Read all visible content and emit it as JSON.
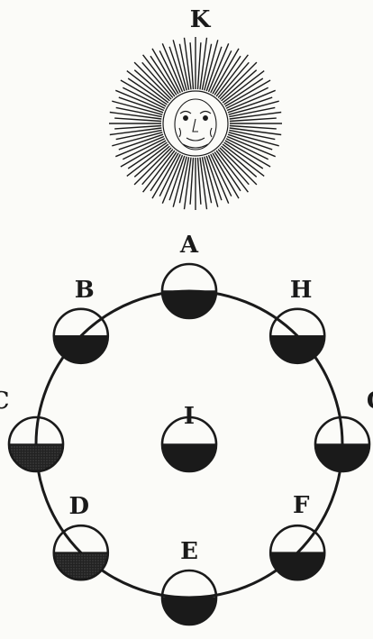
{
  "sun": {
    "label": "K"
  },
  "center_moon": {
    "label": "I"
  },
  "orbit_moons": [
    {
      "label": "A",
      "position": "top"
    },
    {
      "label": "H",
      "position": "upper-right"
    },
    {
      "label": "G",
      "position": "right"
    },
    {
      "label": "F",
      "position": "lower-right"
    },
    {
      "label": "E",
      "position": "bottom"
    },
    {
      "label": "D",
      "position": "lower-left"
    },
    {
      "label": "C",
      "position": "left"
    },
    {
      "label": "B",
      "position": "upper-left"
    }
  ],
  "colors": {
    "ink": "#1a1a1a",
    "paper": "#fbfbf8"
  }
}
